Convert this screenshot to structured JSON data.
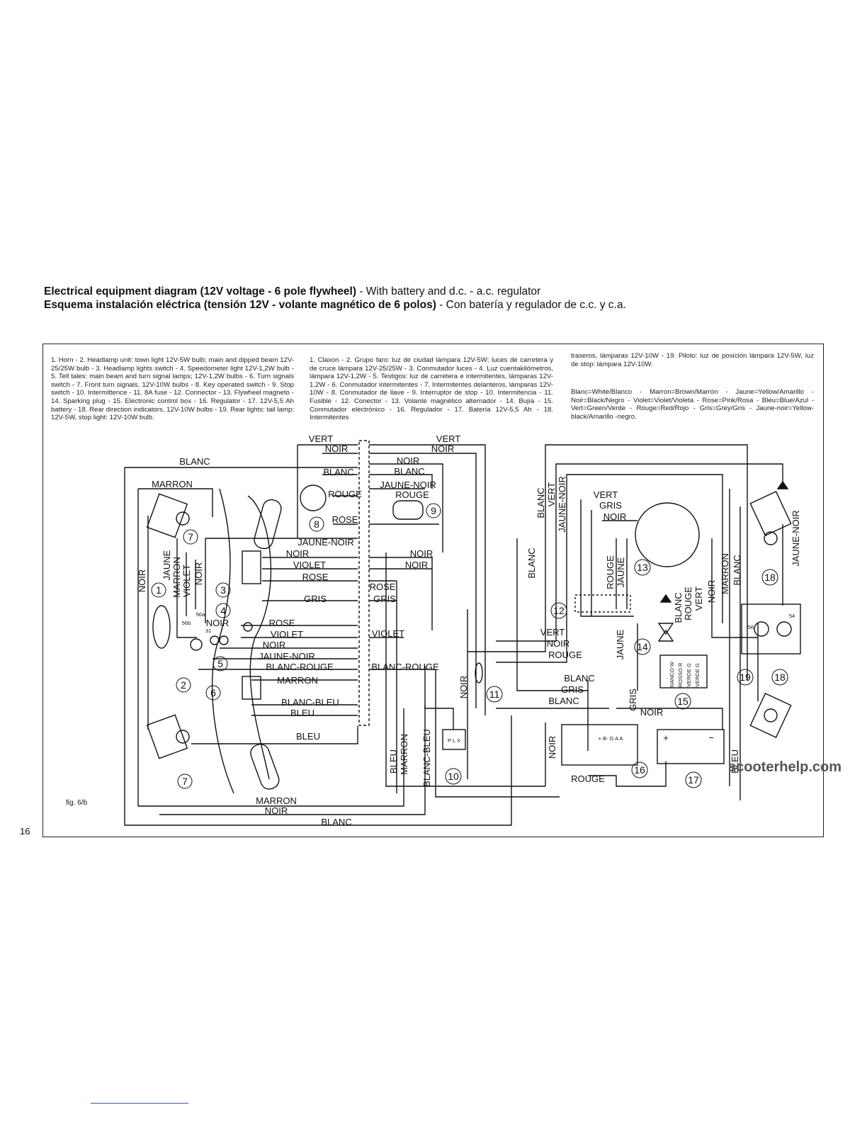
{
  "title": {
    "en_bold": "Electrical equipment diagram (12V voltage - 6 pole flywheel)",
    "en_rest": " - With battery and d.c. - a.c. regulator",
    "es_bold": "Esquema instalación eléctrica (tensión 12V - volante magnético de 6 polos)",
    "es_rest": " - Con batería y regulador de c.c. y c.a."
  },
  "legend_en": "1. Horn - 2. Headlamp unit: town light 12V-5W bulb; main and dipped beam 12V-25/25W bulb - 3. Headlamp lights switch - 4. Speedometer light 12V-1,2W bulb - 5. Tell tales: main beam and turn signal lamps; 12V-1,2W bulbs - 6. Turn signals switch - 7. Front turn signals, 12V-10W bulbs - 8. Key operated switch - 9. Stop switch - 10. Intermittence - 11. 8A fuse - 12. Connector - 13. Flywheel magneto - 14. Sparking plug - 15. Electronic control box - 16. Regulator - 17. 12V-5,5 Ah battery - 18. Rear direction indicators, 12V-10W bulbs - 19. Rear lights: tail lamp: 12V-5W, stop light: 12V-10W bulb.",
  "legend_es": "1. Claxon - 2. Grupo faro: luz de ciudad lámpara 12V-5W; luces de carretera y de cruce lámpara 12V-25/25W - 3. Conmutador luces - 4. Luz cuentakilómetros, lámpara 12V-1,2W - 5. Testigos: luz de carretera e intermitentes, lámparas 12V-1,2W - 6. Conmutador intermitentes - 7. Intermitentes delanteros, lámparas 12V-10W - 8. Conmutador de llave - 9. Interruptor de stop - 10. Intermitencia - 11. Fusible - 12. Conector - 13. Volante magnético alternador - 14. Bujía - 15. Conmutador electrónico - 16. Regulador - 17. Batería 12V-5,5 Ah - 18. Intermitentes",
  "legend_es_cont": "traseros, lámparas 12V-10W - 19. Piloto: luz de posición lámpara 12V-5W, luz de stop: lámpara 12V-10W.",
  "legend_colors": "Blanc=White/Blanco - Marron=Brown/Marrón - Jaune=Yellow/Amarillo - Noir=Black/Negro - Violet=Violet/Violeta - Rose=Pink/Rosa - Bleu=Blue/Azul - Vert=Green/Verde - Rouge=Red/Rojo - Gris=Grey/Gris - Jaune-noir=Yellow-black/Amarillo -negro.",
  "fig_label": "fig. 6/b",
  "page_number": "16",
  "watermark": "scooterhelp.com",
  "wire_labels": {
    "blanc": "BLANC",
    "marron": "MARRON",
    "noir": "NOIR",
    "jaune": "JAUNE",
    "violet": "VIOLET",
    "rose": "ROSE",
    "gris": "GRIS",
    "vert": "VERT",
    "rouge": "ROUGE",
    "bleu": "BLEU",
    "jaune_noir": "JAUNE-NOIR",
    "blanc_rouge": "BLANC-ROUGE",
    "blanc_bleu": "BLANC-BLEU"
  },
  "component_numbers": [
    "1",
    "2",
    "3",
    "4",
    "5",
    "6",
    "7",
    "8",
    "9",
    "10",
    "11",
    "12",
    "13",
    "14",
    "15",
    "16",
    "17",
    "18",
    "19"
  ],
  "component_marks": {
    "plx": "P L X",
    "regulator": "+ B- G A A",
    "box_blanco": "BIANCO W",
    "box_rosso": "ROSSO R",
    "box_verde": "VERDE G",
    "box_verde2": "VERDE G",
    "pin_56a": "56a",
    "pin_56b": "56b",
    "pin_31": "31",
    "pin_56": "56",
    "pin_54": "54",
    "bat_plus": "+",
    "bat_minus": "−"
  }
}
